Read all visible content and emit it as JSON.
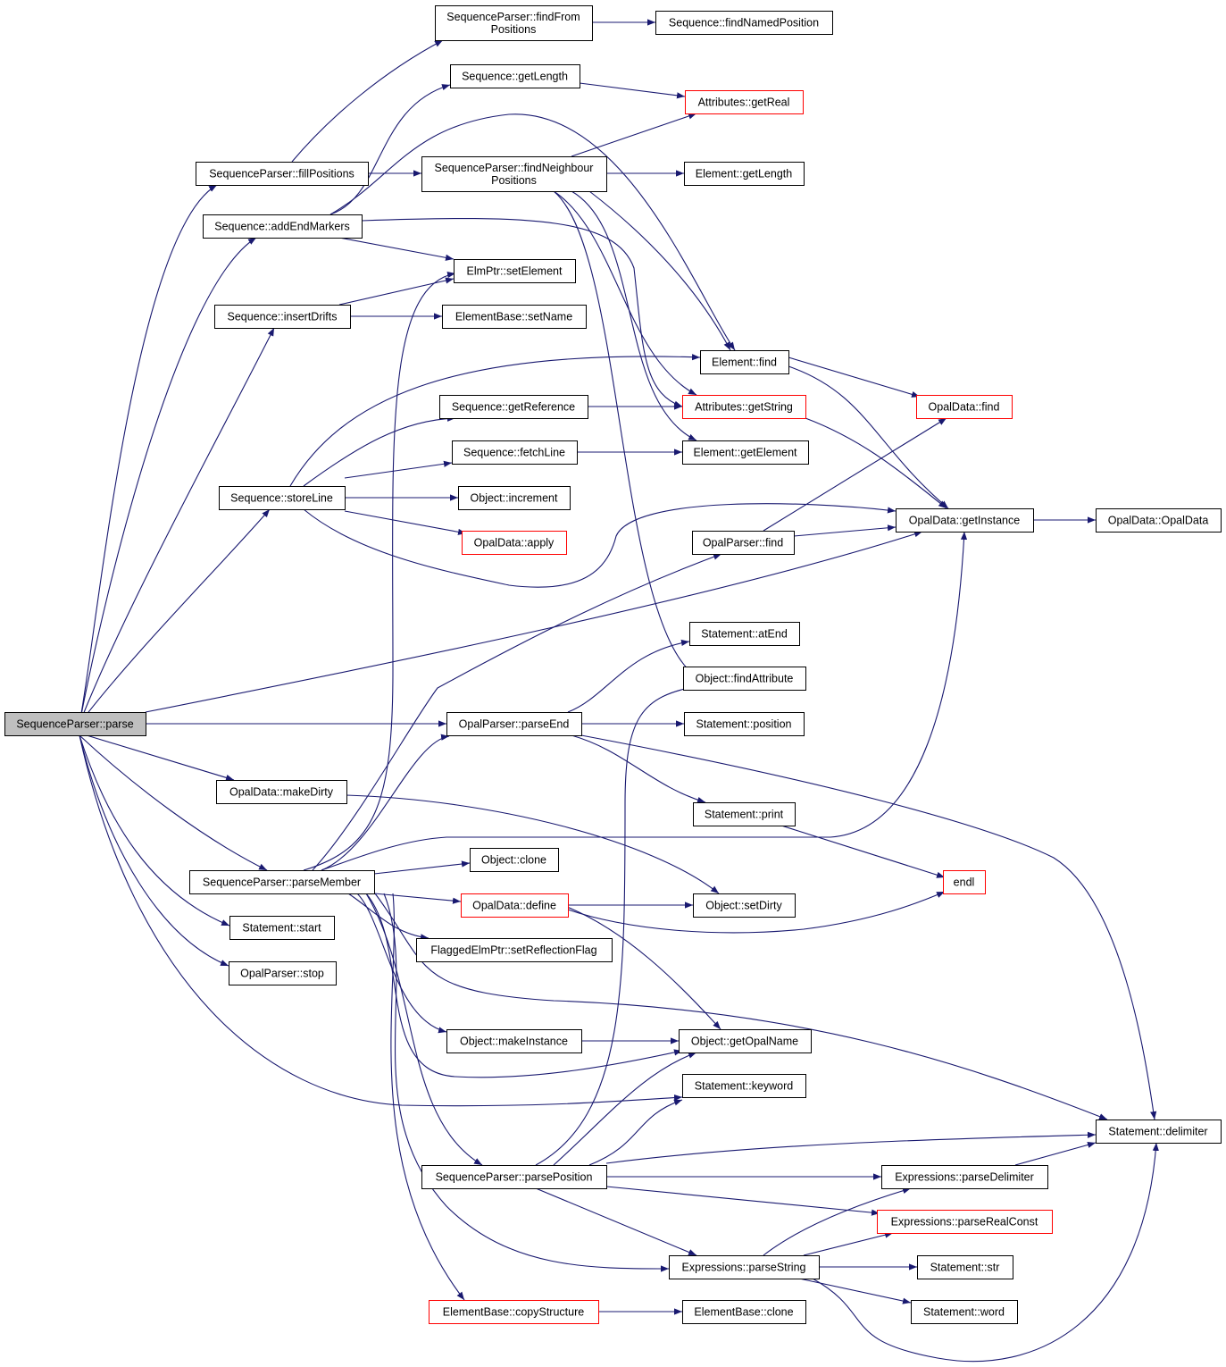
{
  "graph": {
    "edge_color": "#191970",
    "box_border": "#000000",
    "truncated_border": "#ff0000",
    "root_fill": "#bfbfbf",
    "nodes": [
      {
        "id": "root",
        "label": "SequenceParser::parse",
        "root": true
      },
      {
        "id": "fillPositions",
        "label": "SequenceParser::fillPositions"
      },
      {
        "id": "findFromPositions",
        "label": "SequenceParser::findFrom\nPositions"
      },
      {
        "id": "findNamedPosition",
        "label": "Sequence::findNamedPosition"
      },
      {
        "id": "seqGetLength",
        "label": "Sequence::getLength"
      },
      {
        "id": "attrGetReal",
        "label": "Attributes::getReal",
        "truncated": true
      },
      {
        "id": "findNeighbour",
        "label": "SequenceParser::findNeighbour\nPositions"
      },
      {
        "id": "elemGetLength",
        "label": "Element::getLength"
      },
      {
        "id": "addEndMarkers",
        "label": "Sequence::addEndMarkers"
      },
      {
        "id": "setElement",
        "label": "ElmPtr::setElement"
      },
      {
        "id": "insertDrifts",
        "label": "Sequence::insertDrifts"
      },
      {
        "id": "setName",
        "label": "ElementBase::setName"
      },
      {
        "id": "elemFind",
        "label": "Element::find"
      },
      {
        "id": "getReference",
        "label": "Sequence::getReference"
      },
      {
        "id": "getString",
        "label": "Attributes::getString",
        "truncated": true
      },
      {
        "id": "opalFind",
        "label": "OpalData::find",
        "truncated": true
      },
      {
        "id": "fetchLine",
        "label": "Sequence::fetchLine"
      },
      {
        "id": "getElement",
        "label": "Element::getElement"
      },
      {
        "id": "storeLine",
        "label": "Sequence::storeLine"
      },
      {
        "id": "increment",
        "label": "Object::increment"
      },
      {
        "id": "apply",
        "label": "OpalData::apply",
        "truncated": true
      },
      {
        "id": "parserFind",
        "label": "OpalParser::find"
      },
      {
        "id": "getInstance",
        "label": "OpalData::getInstance"
      },
      {
        "id": "opalDataCtor",
        "label": "OpalData::OpalData"
      },
      {
        "id": "atEnd",
        "label": "Statement::atEnd"
      },
      {
        "id": "findAttribute",
        "label": "Object::findAttribute"
      },
      {
        "id": "parseEnd",
        "label": "OpalParser::parseEnd"
      },
      {
        "id": "position",
        "label": "Statement::position"
      },
      {
        "id": "makeDirty",
        "label": "OpalData::makeDirty"
      },
      {
        "id": "print",
        "label": "Statement::print"
      },
      {
        "id": "objClone",
        "label": "Object::clone"
      },
      {
        "id": "endl",
        "label": "endl",
        "truncated": true
      },
      {
        "id": "parseMember",
        "label": "SequenceParser::parseMember"
      },
      {
        "id": "define",
        "label": "OpalData::define",
        "truncated": true
      },
      {
        "id": "setDirty",
        "label": "Object::setDirty"
      },
      {
        "id": "start",
        "label": "Statement::start"
      },
      {
        "id": "setReflectionFlag",
        "label": "FlaggedElmPtr::setReflectionFlag"
      },
      {
        "id": "stop",
        "label": "OpalParser::stop"
      },
      {
        "id": "makeInstance",
        "label": "Object::makeInstance"
      },
      {
        "id": "getOpalName",
        "label": "Object::getOpalName"
      },
      {
        "id": "keyword",
        "label": "Statement::keyword"
      },
      {
        "id": "delimiter",
        "label": "Statement::delimiter"
      },
      {
        "id": "parsePosition",
        "label": "SequenceParser::parsePosition"
      },
      {
        "id": "parseDelimiter",
        "label": "Expressions::parseDelimiter"
      },
      {
        "id": "parseRealConst",
        "label": "Expressions::parseRealConst",
        "truncated": true
      },
      {
        "id": "parseString",
        "label": "Expressions::parseString"
      },
      {
        "id": "str",
        "label": "Statement::str"
      },
      {
        "id": "word",
        "label": "Statement::word"
      },
      {
        "id": "copyStructure",
        "label": "ElementBase::copyStructure",
        "truncated": true
      },
      {
        "id": "ebClone",
        "label": "ElementBase::clone"
      }
    ]
  }
}
